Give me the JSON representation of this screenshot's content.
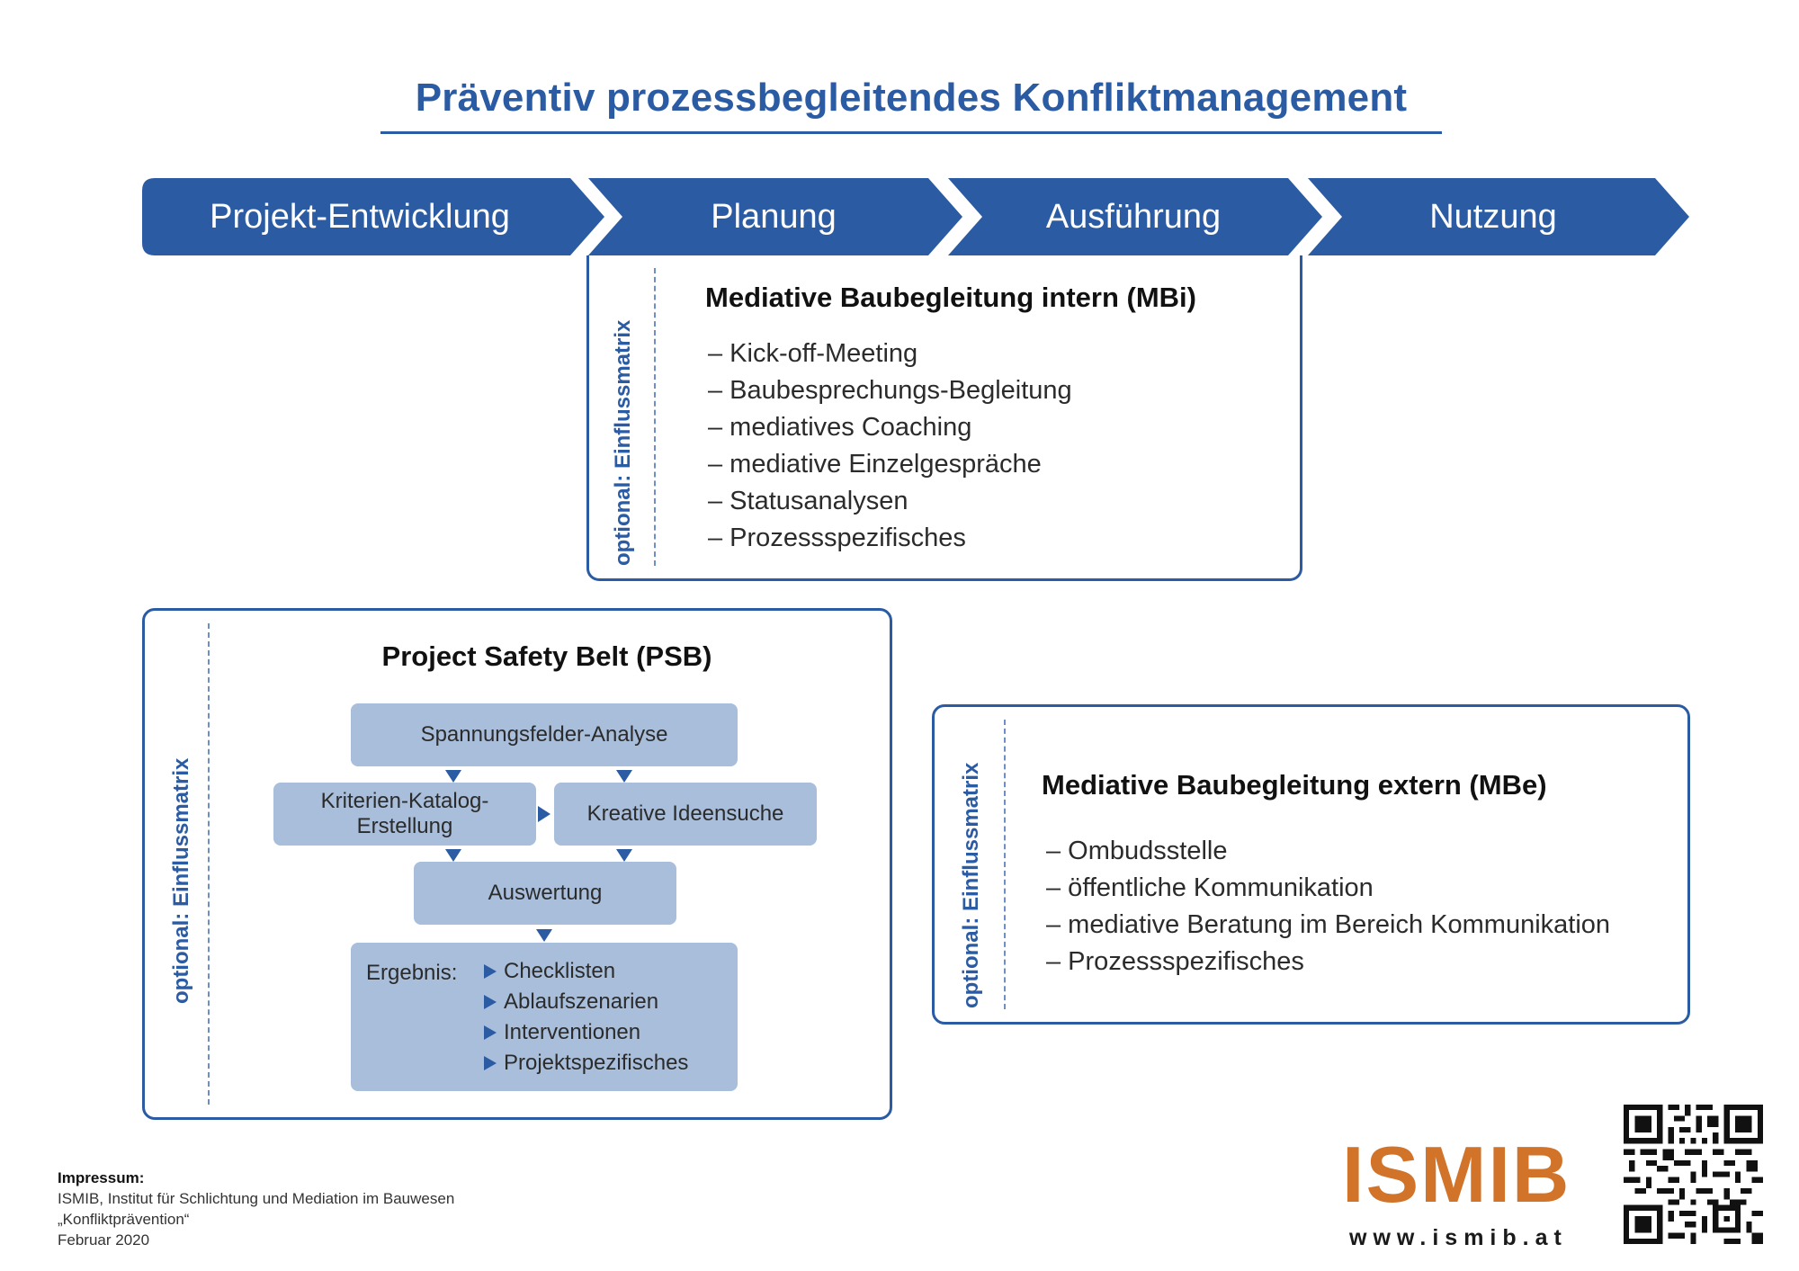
{
  "title": "Präventiv prozessbegleitendes Konfliktmanagement",
  "phases": [
    "Projekt-Entwicklung",
    "Planung",
    "Ausführung",
    "Nutzung"
  ],
  "colors": {
    "primary": "#2a5ba3",
    "node_fill": "#a8bedb",
    "logo": "#d2732a"
  },
  "mbi": {
    "side_label": "optional: Einflussmatrix",
    "title": "Mediative Baubegleitung intern (MBi)",
    "items": [
      "– Kick-off-Meeting",
      "– Baubesprechungs-Begleitung",
      "– mediatives Coaching",
      "– mediative Einzelgespräche",
      "– Statusanalysen",
      "– Prozessspezifisches"
    ]
  },
  "psb": {
    "side_label": "optional: Einflussmatrix",
    "title": "Project Safety Belt (PSB)",
    "nodes": {
      "analyse": "Spannungsfelder-Analyse",
      "katalog": "Kriterien-Katalog-\nErstellung",
      "ideen": "Kreative Ideensuche",
      "auswertung": "Auswertung"
    },
    "result_label": "Ergebnis:",
    "results": [
      "Checklisten",
      "Ablaufszenarien",
      "Interventionen",
      "Projektspezifisches"
    ]
  },
  "mbe": {
    "side_label": "optional: Einflussmatrix",
    "title": "Mediative Baubegleitung extern (MBe)",
    "items": [
      "– Ombudsstelle",
      "– öffentliche Kommunikation",
      "– mediative Beratung im Bereich Kommunikation",
      "– Prozessspezifisches"
    ]
  },
  "impressum": {
    "heading": "Impressum:",
    "lines": [
      "ISMIB, Institut für Schlichtung und Mediation im Bauwesen",
      "„Konfliktprävention“",
      "Februar 2020"
    ]
  },
  "logo": {
    "text": "ISMIB",
    "url": "www.ismib.at"
  }
}
